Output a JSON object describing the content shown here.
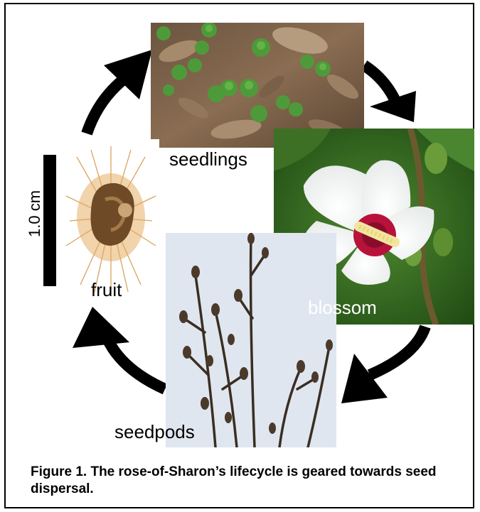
{
  "figure": {
    "stages": {
      "seedlings": "seedlings",
      "blossom": "blossom",
      "seedpods": "seedpods",
      "fruit": "fruit"
    },
    "scale_label": "1.0 cm",
    "caption": "Figure 1.  The rose-of-Sharon’s lifecycle is geared towards seed dispersal."
  }
}
